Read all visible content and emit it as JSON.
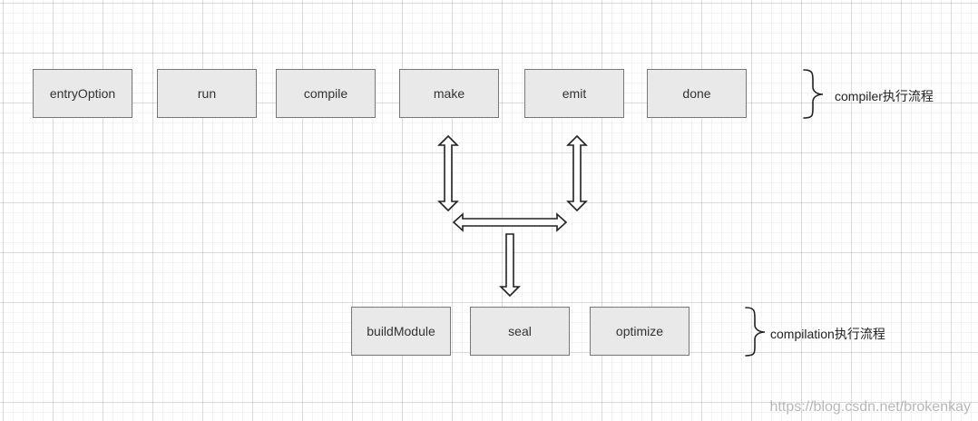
{
  "compiler": {
    "steps": [
      "entryOption",
      "run",
      "compile",
      "make",
      "emit",
      "done"
    ],
    "group_label": "compiler执行流程"
  },
  "compilation": {
    "steps": [
      "buildModule",
      "seal",
      "optimize"
    ],
    "group_label": "compilation执行流程"
  },
  "watermark": "https://blog.csdn.net/brokenkay",
  "colors": {
    "box_fill": "#e9e9e9",
    "box_border": "#777777",
    "arrow_stroke": "#222222"
  }
}
